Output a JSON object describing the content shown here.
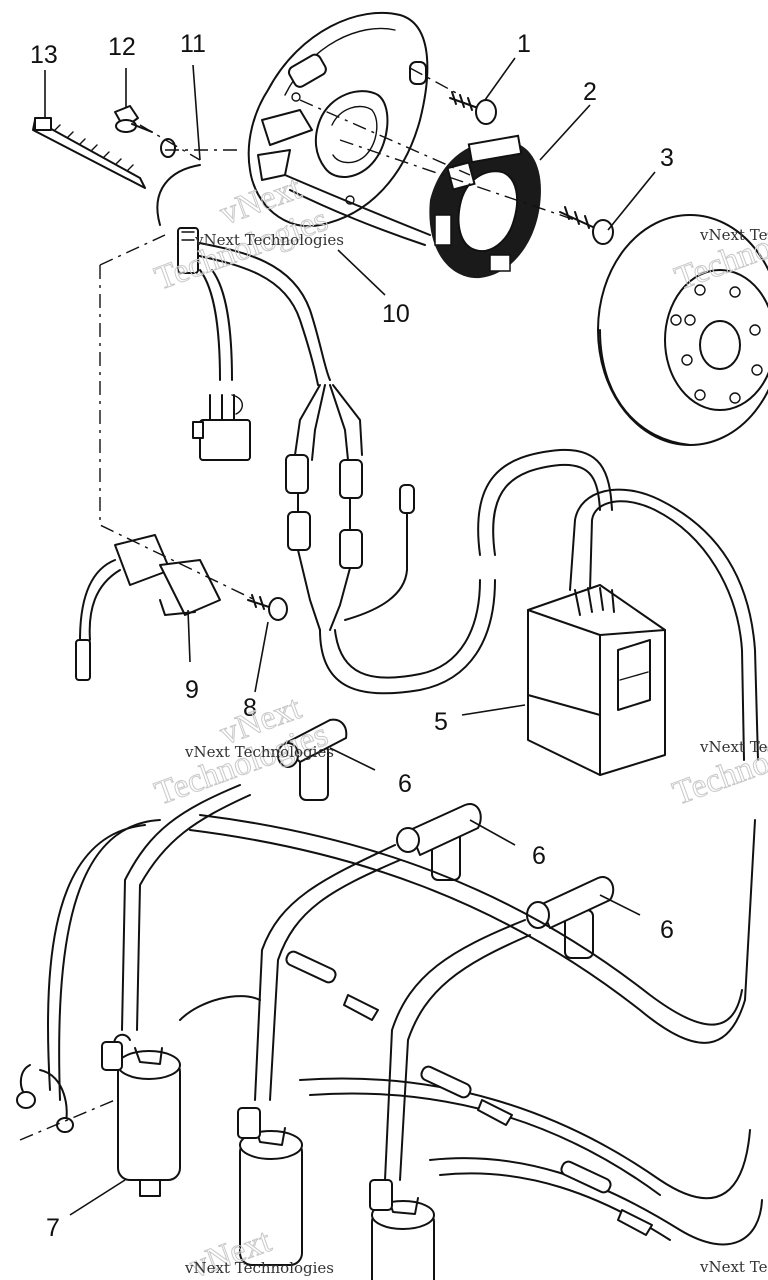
{
  "diagram": {
    "callouts": [
      {
        "id": "1",
        "label": "1"
      },
      {
        "id": "2",
        "label": "2"
      },
      {
        "id": "3",
        "label": "3"
      },
      {
        "id": "5",
        "label": "5"
      },
      {
        "id": "6a",
        "label": "6"
      },
      {
        "id": "6b",
        "label": "6"
      },
      {
        "id": "6c",
        "label": "6"
      },
      {
        "id": "7",
        "label": "7"
      },
      {
        "id": "8",
        "label": "8"
      },
      {
        "id": "9",
        "label": "9"
      },
      {
        "id": "10",
        "label": "10"
      },
      {
        "id": "11",
        "label": "11"
      },
      {
        "id": "12",
        "label": "12"
      },
      {
        "id": "13",
        "label": "13"
      }
    ],
    "watermark": {
      "brand": "vNext Technologies",
      "word_a": "vNext",
      "word_b": "Technologies"
    }
  }
}
